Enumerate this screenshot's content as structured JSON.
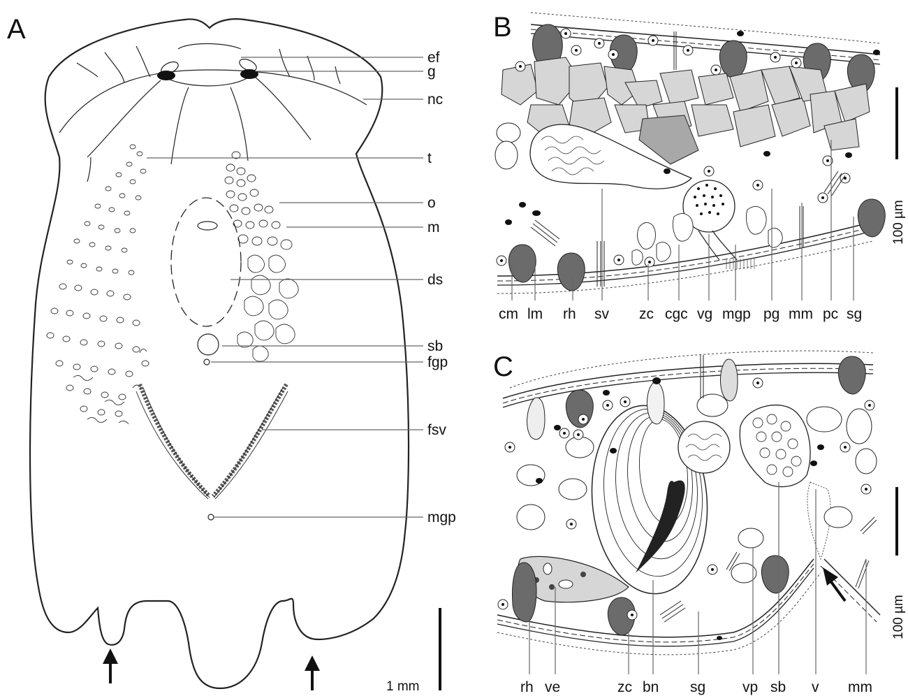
{
  "panels": {
    "a": "A",
    "b": "B",
    "c": "C"
  },
  "panel_a": {
    "labels": [
      "ef",
      "g",
      "nc",
      "t",
      "o",
      "m",
      "ds",
      "sb",
      "fgp",
      "fsv",
      "mgp"
    ],
    "scale_label": "1 mm"
  },
  "panel_b": {
    "labels": [
      "cm",
      "lm",
      "rh",
      "sv",
      "zc",
      "cgc",
      "vg",
      "mgp",
      "pg",
      "mm",
      "pc",
      "sg"
    ],
    "scale_label": "100 µm"
  },
  "panel_c": {
    "labels": [
      "rh",
      "ve",
      "zc",
      "bn",
      "sg",
      "vp",
      "sb",
      "v",
      "mm"
    ],
    "scale_label": "100 µm"
  },
  "colors": {
    "dark_gray": "#6b6b6b",
    "light_gray": "#d6d6d6",
    "mid_gray": "#a8a8a8",
    "black": "#111111"
  }
}
